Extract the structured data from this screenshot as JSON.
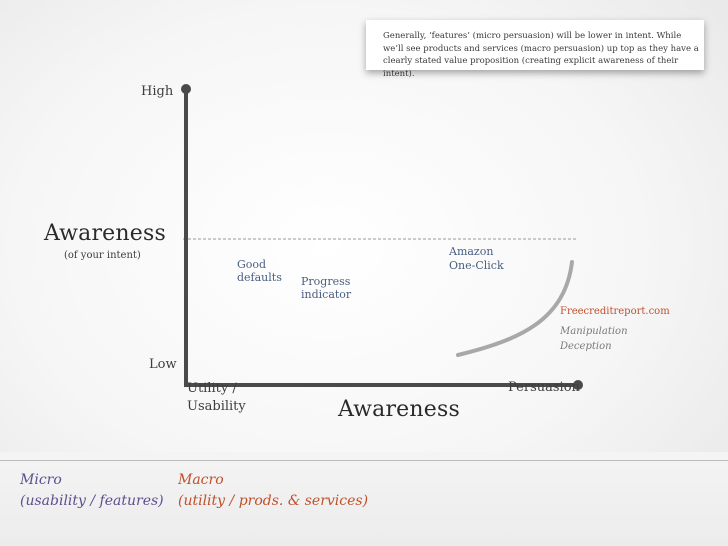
{
  "note": {
    "text": "Generally, ‘features’ (micro persuasion) will be lower in intent. While we’ll see products and services (macro persuasion) up top as they have a clearly stated value proposition (creating explicit awareness of their intent)."
  },
  "y_axis": {
    "high_label": "High",
    "low_label": "Low",
    "title": "Awareness",
    "subtitle": "(of your intent)"
  },
  "x_axis": {
    "left_label_line1": "Utility /",
    "left_label_line2": "Usability",
    "right_label": "Persuasion",
    "title": "Awareness"
  },
  "examples": {
    "good_defaults_line1": "Good",
    "good_defaults_line2": "defaults",
    "progress_line1": "Progress",
    "progress_line2": "indicator",
    "amazon_line1": "Amazon",
    "amazon_line2": "One-Click",
    "freecredit": "Freecreditreport.com",
    "manipulation": "Manipulation",
    "deception": "Deception"
  },
  "legend": {
    "micro_title": "Micro",
    "micro_sub": "(usability / features)",
    "macro_title": "Macro",
    "macro_sub": "(utility / prods. & services)"
  },
  "colors": {
    "axis": "#4a4a4a",
    "link_blue": "#4a5e82",
    "accent_orange": "#c0502c",
    "micro_purple": "#5e4e8e"
  }
}
